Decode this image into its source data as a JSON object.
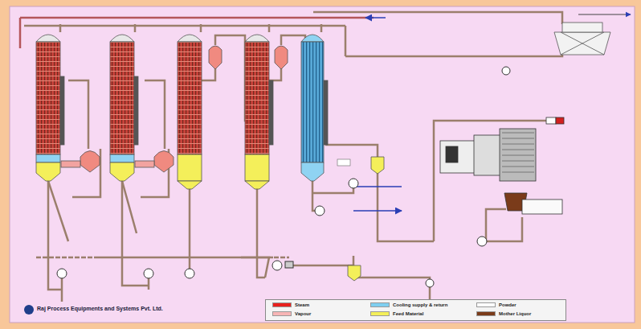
{
  "diagram": {
    "labels": [
      "Raj Process Equipments and Systems Pvt. Ltd."
    ],
    "legend": [
      {
        "text": "Steam",
        "color": "#e8201e"
      },
      {
        "text": "Vapour",
        "color": "#f7b5b5"
      },
      {
        "text": "Cooling supply & return",
        "color": "#7fcff0"
      },
      {
        "text": "Feed Material",
        "color": "#f4ef5a"
      },
      {
        "text": "Powder",
        "color": "#ffffff"
      },
      {
        "text": "Mother Liquor",
        "color": "#7a3b1a"
      }
    ]
  }
}
